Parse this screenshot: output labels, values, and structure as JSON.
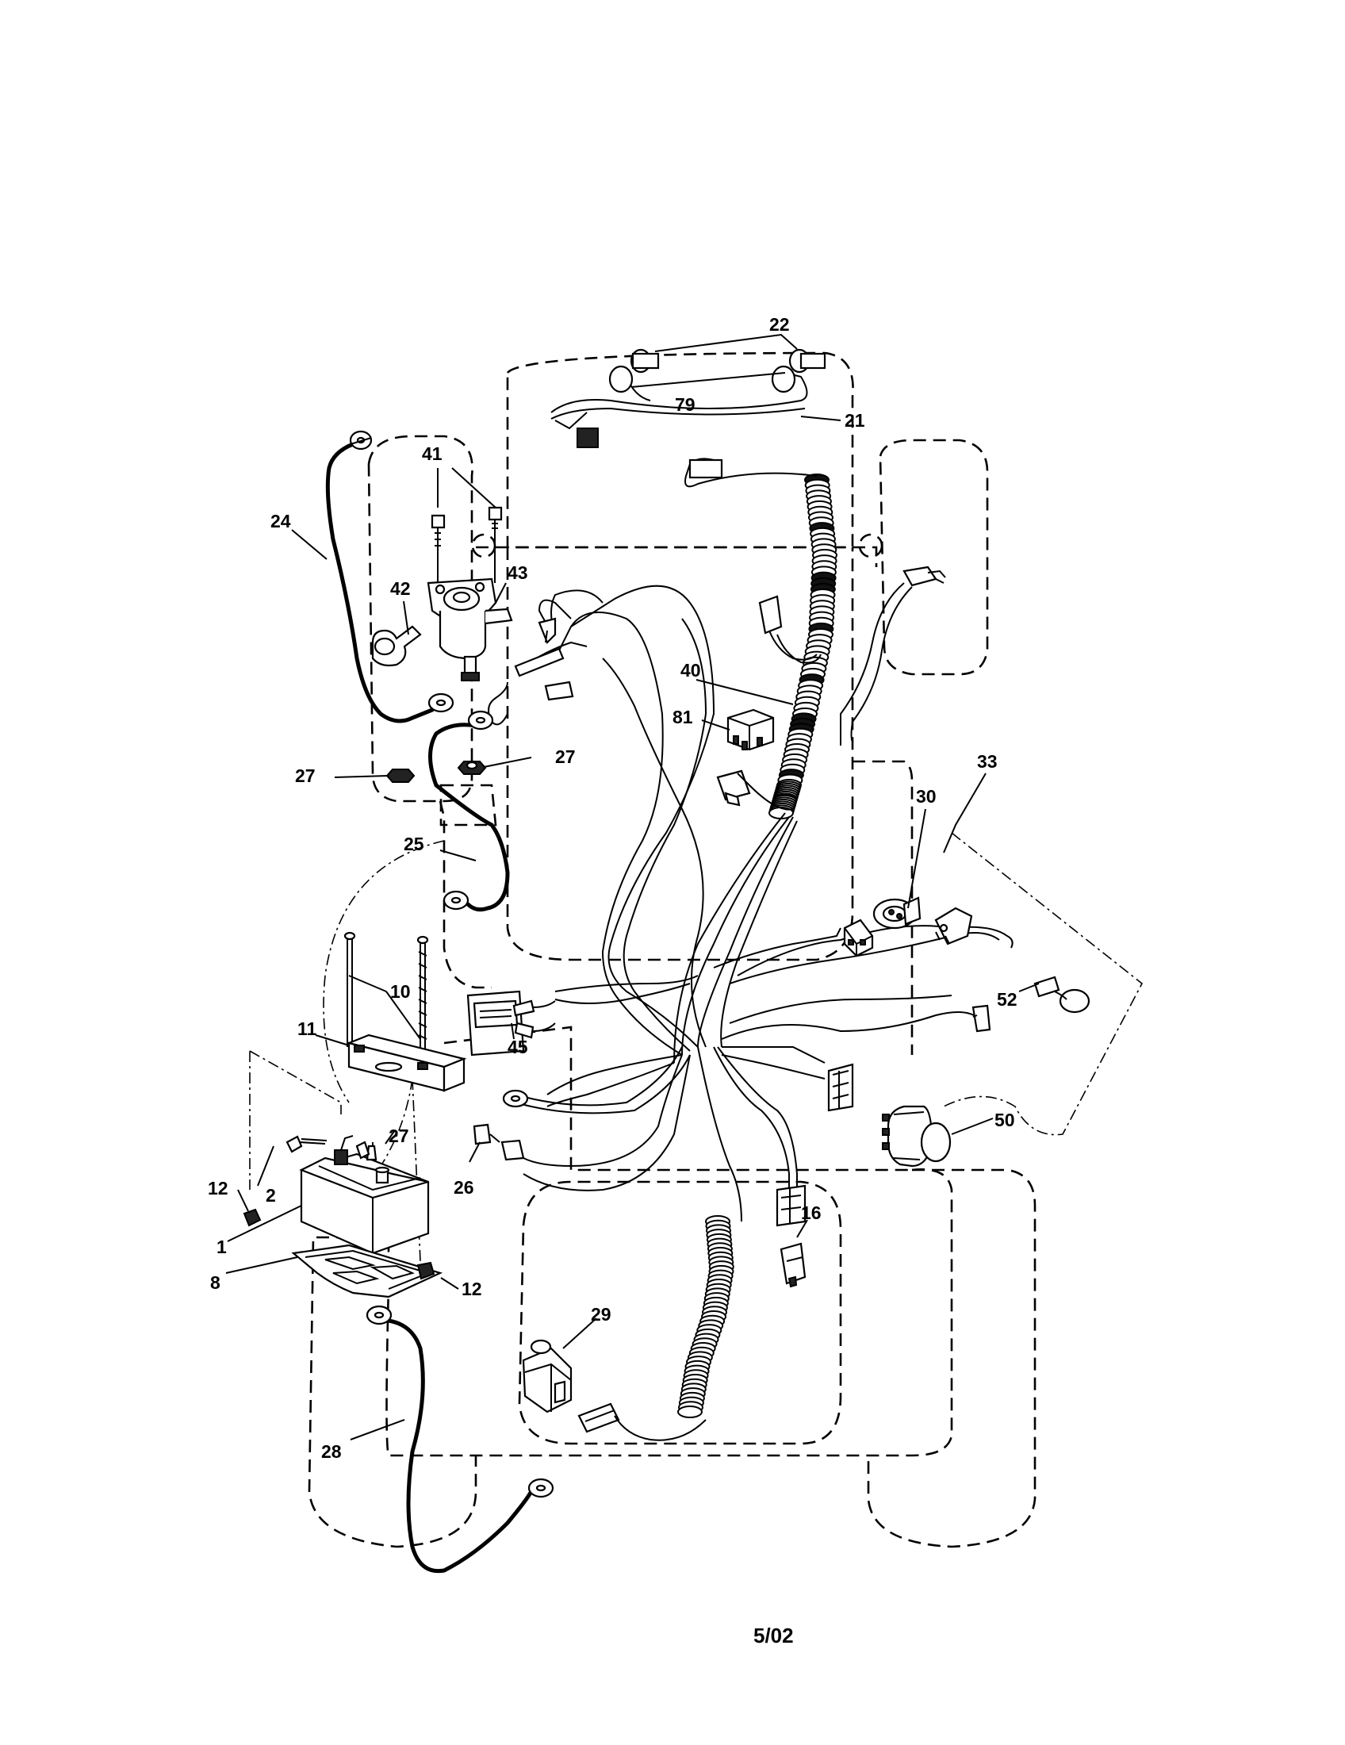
{
  "callouts": {
    "c22": "22",
    "c79": "79",
    "c21": "21",
    "c41": "41",
    "c24": "24",
    "c42": "42",
    "c43": "43",
    "c40": "40",
    "c81": "81",
    "c27a": "27",
    "c27b": "27",
    "c27c": "27",
    "c33": "33",
    "c30": "30",
    "c25": "25",
    "c10": "10",
    "c11": "11",
    "c45": "45",
    "c52": "52",
    "c50": "50",
    "c2": "2",
    "c12a": "12",
    "c12b": "12",
    "c1": "1",
    "c8": "8",
    "c26": "26",
    "c16": "16",
    "c29": "29",
    "c28": "28"
  },
  "footer": {
    "date_code": "5/02"
  }
}
